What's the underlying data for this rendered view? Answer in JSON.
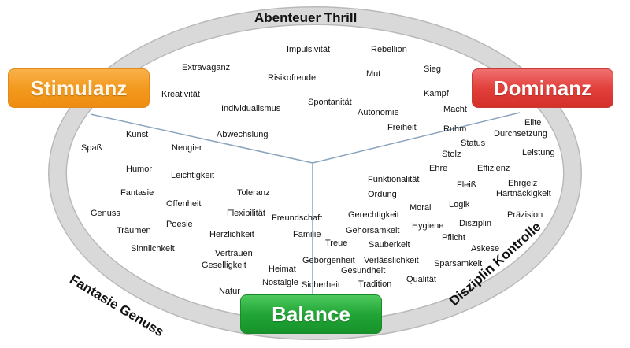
{
  "ring_labels": {
    "top": "Abenteuer Thrill",
    "left": "Fantasie Genuss",
    "right": "Disziplin Kontrolle"
  },
  "boxes": {
    "stimulanz": "Stimulanz",
    "dominanz": "Dominanz",
    "balance": "Balance"
  },
  "colors": {
    "stimulanz": "#f39a1f",
    "dominanz": "#e2403b",
    "balance": "#22a536",
    "ring": "#d6d6d6",
    "divider": "#8aa4bd"
  },
  "words": [
    "Impulsivität",
    "Rebellion",
    "Extravaganz",
    "Mut",
    "Sieg",
    "Risikofreude",
    "Kreativität",
    "Kampf",
    "Spontanität",
    "Individualismus",
    "Autonomie",
    "Macht",
    "Freiheit",
    "Ruhm",
    "Elite",
    "Kunst",
    "Abwechslung",
    "Durchsetzung",
    "Status",
    "Spaß",
    "Neugier",
    "Leistung",
    "Stolz",
    "Humor",
    "Ehre",
    "Effizienz",
    "Leichtigkeit",
    "Funktionalität",
    "Fleiß",
    "Ehrgeiz",
    "Fantasie",
    "Toleranz",
    "Ordung",
    "Hartnäckigkeit",
    "Offenheit",
    "Logik",
    "Moral",
    "Genuss",
    "Flexibilität",
    "Präzision",
    "Freundschaft",
    "Gerechtigkeit",
    "Hygiene",
    "Disziplin",
    "Träumen",
    "Poesie",
    "Gehorsamkeit",
    "Herzlichkeit",
    "Familie",
    "Treue",
    "Pflicht",
    "Sauberkeit",
    "Askese",
    "Sinnlichkeit",
    "Vertrauen",
    "Geselligkeit",
    "Heimat",
    "Geborgenheit",
    "Verlässlichkeit",
    "Sparsamkeit",
    "Gesundheit",
    "Nostalgie",
    "Sicherheit",
    "Tradition",
    "Qualität",
    "Natur"
  ]
}
